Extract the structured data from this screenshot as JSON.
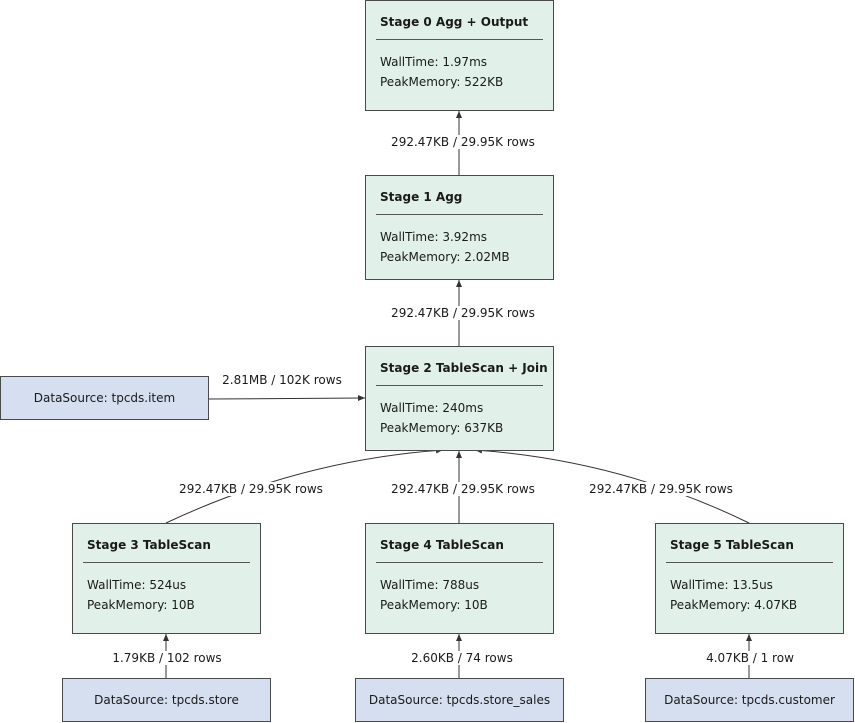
{
  "stages": [
    {
      "title": "Stage 0 Agg + Output",
      "walltime": "WallTime: 1.97ms",
      "peak_memory": "PeakMemory: 522KB"
    },
    {
      "title": "Stage 1 Agg",
      "walltime": "WallTime: 3.92ms",
      "peak_memory": "PeakMemory: 2.02MB"
    },
    {
      "title": "Stage 2 TableScan + Join",
      "walltime": "WallTime: 240ms",
      "peak_memory": "PeakMemory: 637KB"
    },
    {
      "title": "Stage 3 TableScan",
      "walltime": "WallTime: 524us",
      "peak_memory": "PeakMemory: 10B"
    },
    {
      "title": "Stage 4 TableScan",
      "walltime": "WallTime: 788us",
      "peak_memory": "PeakMemory: 10B"
    },
    {
      "title": "Stage 5 TableScan",
      "walltime": "WallTime: 13.5us",
      "peak_memory": "PeakMemory: 4.07KB"
    }
  ],
  "datasources": [
    {
      "label": "DataSource: tpcds.item"
    },
    {
      "label": "DataSource: tpcds.store"
    },
    {
      "label": "DataSource: tpcds.store_sales"
    },
    {
      "label": "DataSource: tpcds.customer"
    }
  ],
  "edges": [
    {
      "label": "292.47KB / 29.95K rows"
    },
    {
      "label": "292.47KB / 29.95K rows"
    },
    {
      "label": "2.81MB / 102K rows"
    },
    {
      "label": "292.47KB / 29.95K rows"
    },
    {
      "label": "292.47KB / 29.95K rows"
    },
    {
      "label": "292.47KB / 29.95K rows"
    },
    {
      "label": "1.79KB / 102 rows"
    },
    {
      "label": "2.60KB / 74 rows"
    },
    {
      "label": "4.07KB / 1 row"
    }
  ],
  "colors": {
    "stage_fill": "#e1f1e9",
    "datasource_fill": "#d5dff0",
    "border": "#4a4a4a",
    "edge": "#333333"
  }
}
